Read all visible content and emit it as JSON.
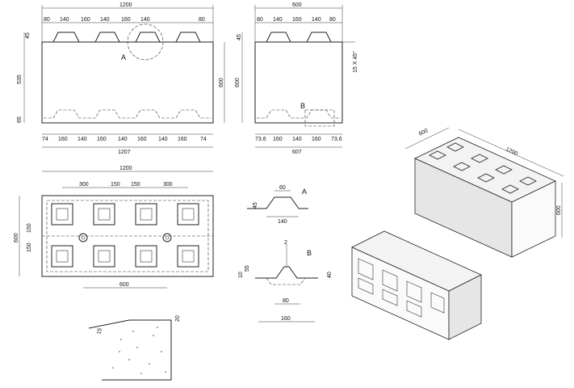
{
  "front_view": {
    "overall_width": "1200",
    "top_dims": [
      "80",
      "140",
      "160",
      "140",
      "160",
      "140",
      "80"
    ],
    "bottom_dims": [
      "74",
      "160",
      "140",
      "160",
      "140",
      "160",
      "140",
      "160",
      "74"
    ],
    "overall_bottom": "1207",
    "left_dims": [
      "45",
      "535",
      "65"
    ],
    "right_dim": "600",
    "detail_label": "A"
  },
  "side_view": {
    "overall_width": "600",
    "top_dims": [
      "80",
      "140",
      "160",
      "140",
      "80"
    ],
    "bottom_dims": [
      "73.6",
      "160",
      "140",
      "160",
      "73.6"
    ],
    "overall_bottom": "607",
    "left_dims": [
      "45",
      "600"
    ],
    "chamfer": "15 X 45°",
    "detail_label": "B"
  },
  "top_view": {
    "overall_width": "1200",
    "top_dims": [
      "300",
      "150",
      "150",
      "300"
    ],
    "left_dims": [
      "600",
      "150",
      "150"
    ],
    "bottom_dim": "600"
  },
  "detail_a": {
    "label": "A",
    "top": "60",
    "side": "45",
    "bottom": "140"
  },
  "detail_b": {
    "label": "B",
    "top": "2",
    "left_a": "10",
    "left_b": "55",
    "right": "40",
    "mid": "80",
    "bottom": "160"
  },
  "chamfer_detail": {
    "side": "20",
    "angle": "15"
  },
  "iso_view": {
    "depth": "600",
    "length": "1200",
    "height": "600"
  }
}
